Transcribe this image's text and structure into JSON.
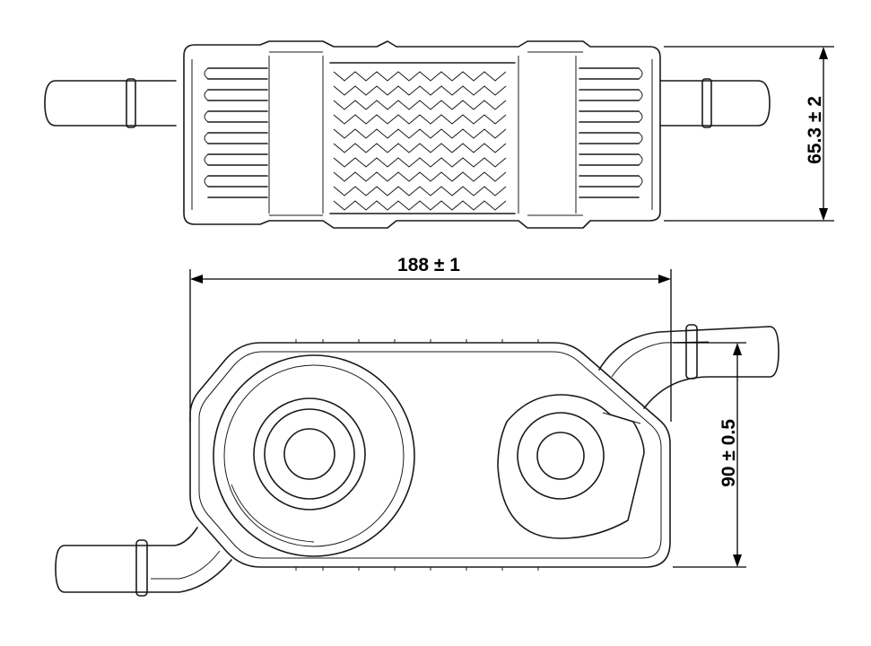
{
  "dimensions": {
    "height_label": "65.3 ± 2",
    "length_label": "188 ± 1",
    "width_label": "90 ± 0.5"
  },
  "colors": {
    "line": "#1a1a1a",
    "background": "#ffffff"
  }
}
